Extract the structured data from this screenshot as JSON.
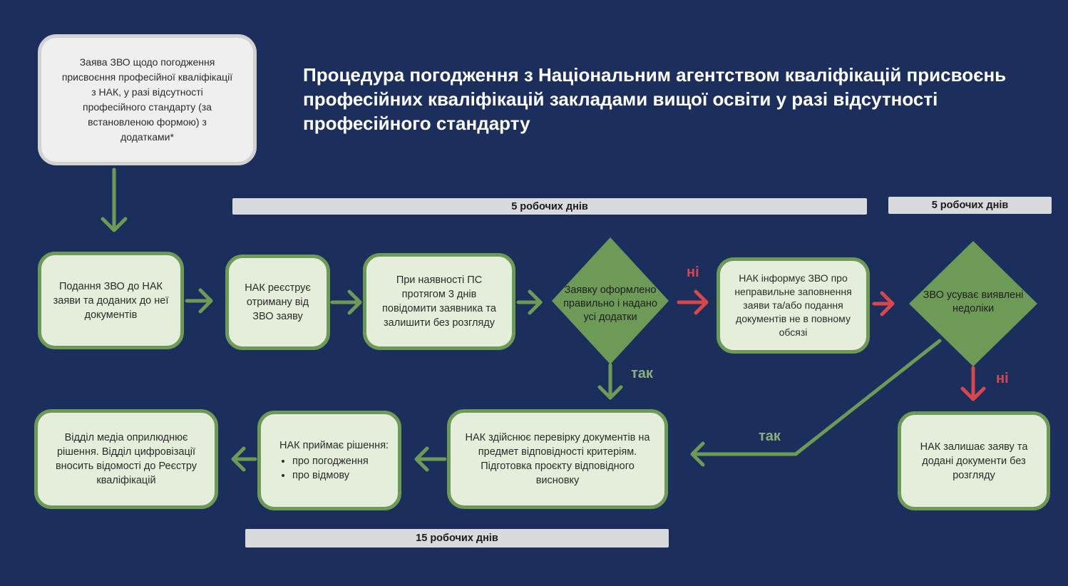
{
  "title": "Процедура погодження з Національним агентством кваліфікацій присвоєнь професійних кваліфікацій закладами вищої освіти у разі відсутності професійного стандарту",
  "start_box": "Заява ЗВО щодо погодження присвоєння професійної кваліфікації з НАК, у разі відсутності професійного стандарту (за встановленою формою) з додатками*",
  "bars": {
    "top_main": "5 робочих днів",
    "top_right": "5 робочих днів",
    "bottom": "15 робочих днів"
  },
  "row1": {
    "submit": "Подання ЗВО до НАК заяви та доданих до неї документів",
    "register": "НАК реєструє отриману від ЗВО заяву",
    "ps_notice": "При наявності ПС протягом 3 днів повідомити заявника та залишити без розгляду",
    "check_diamond": "Заявку оформлено правильно і надано усі додатки",
    "inform": "НАК інформує ЗВО про неправильне заповнення заяви та/або подання документів не в повному обсязі",
    "fix_diamond": "ЗВО усуває виявлені недоліки"
  },
  "row2": {
    "publish": "Відділ медіа оприлюднює рішення. Відділ цифровізації вносить відомості до Реєстру кваліфікацій",
    "decision_title": "НАК приймає рішення:",
    "decision_items": [
      "про погодження",
      "про відмову"
    ],
    "verify": "НАК здійснює перевірку документів на предмет відповідності критеріям. Підготовка проєкту відповідного висновку",
    "leave": "НАК залишає заяву та додані документи без розгляду"
  },
  "labels": {
    "no_1": "ні",
    "yes_1": "так",
    "no_2": "ні",
    "yes_2": "так"
  },
  "colors": {
    "background": "#1c2e5c",
    "green": "#6e9a58",
    "box_fill": "#e4eedb",
    "red": "#d7474d",
    "bar": "#d9dadd"
  }
}
